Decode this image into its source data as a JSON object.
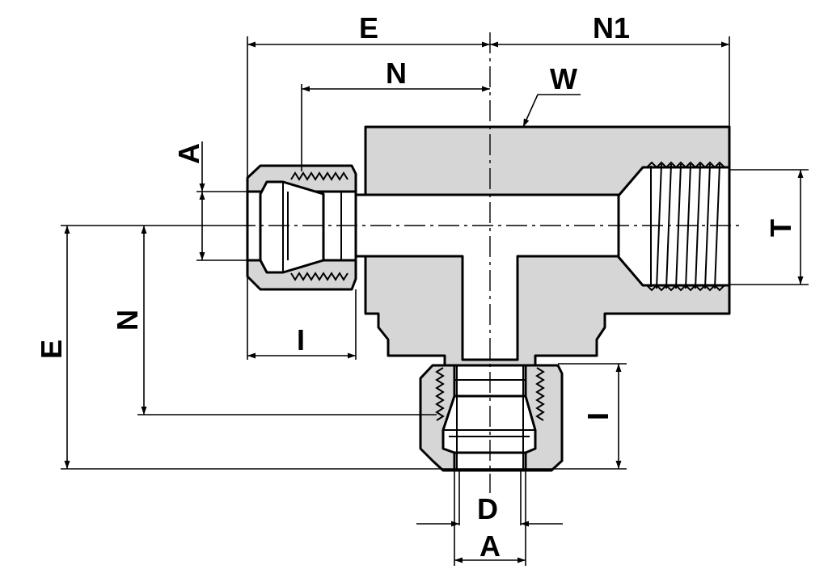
{
  "labels": {
    "e_top": "E",
    "n1_top": "N1",
    "n_top": "N",
    "w": "W",
    "a_left": "A",
    "t_right": "T",
    "e_left": "E",
    "n_left": "N",
    "i_left": "I",
    "i_right": "I",
    "d_bottom": "D",
    "a_bottom": "A"
  }
}
